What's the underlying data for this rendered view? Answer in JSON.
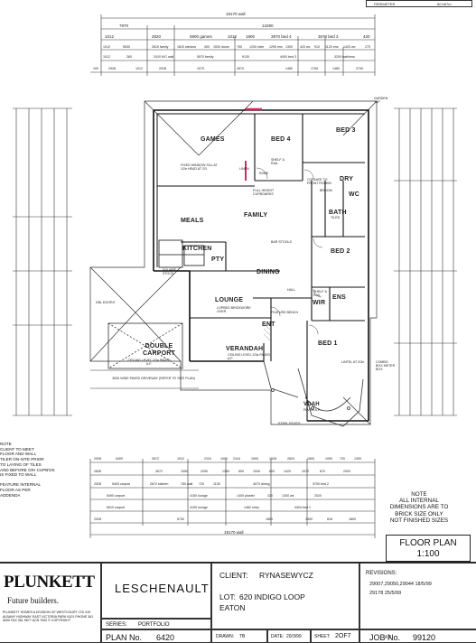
{
  "perimeter_box": {
    "label": "PERIMETER",
    "value": "60.067m"
  },
  "top_dims": {
    "overall": "19170 wall",
    "row2": [
      "7970",
      "12280"
    ],
    "row3": [
      "1012",
      "2820",
      "5900 games",
      "1012",
      "1900",
      "3970 bed 4",
      "3570 bed 3",
      "420"
    ],
    "row4": [
      "1012",
      "5530",
      "2810 family",
      "1810 window",
      "400",
      "1530 doors",
      "750",
      "1200 robe",
      "1290 ens",
      "1300",
      "420 wc",
      "910",
      "1120 ens",
      "1420 wc",
      "270"
    ],
    "row5": [
      "1012",
      "260",
      "2410 KIC wall",
      "5570 family",
      "9130",
      "4400 bed 3",
      "3200 bath/ens"
    ],
    "row6": [
      "100",
      "2928",
      "1012",
      "2928",
      "1070",
      "2670",
      "1480",
      "1795",
      "1480",
      "2740"
    ]
  },
  "rooms": {
    "games": "GAMES",
    "bed4": "BED 4",
    "bed3": "BED 3",
    "meals": "MEALS",
    "family": "FAMILY",
    "dry": "DRY",
    "wc": "WC",
    "bath": "BATH",
    "kitchen": "KITCHEN",
    "pty": "PTY",
    "bed2": "BED 2",
    "dining": "DINING",
    "lounge": "LOUNGE",
    "ens": "ENS",
    "wir": "WIR",
    "ent": "ENT",
    "verandah": "VERANDAH",
    "bed1": "BED 1",
    "double_carport": "DOUBLE CARPORT",
    "vdah": "VDAH"
  },
  "annotations": {
    "fixed_window": "FIXED WINDOW SILL AT 1/2e HEAD AT 2/3",
    "linen": "LINEN",
    "robe": "ROBE",
    "shelf_rail": "SHELF & RAIL",
    "full_height_cupboards": "FULL HEIGHT CUPBOARDS",
    "cornice": "CORNICE TO FRONT ROOMS",
    "broom": "BROOM",
    "tiled": "TILED",
    "bar_stool": "BAR STOOLS",
    "shelf_rail_2": "SHELF & RAIL",
    "carport_ceiling": "CEILING LEVEL 2/3a PAVED A.F.",
    "verandah_ceiling": "CEILING LEVEL 2/3a PAVED A.F.",
    "driveway": "3000 WIDE PAVED DRIVEWAY (REFER TO SITE PLAN)",
    "steel_posts": "STEEL POSTS",
    "vdah_paved": "PAVED A.F.",
    "garden_tap": "GARDEN TAP",
    "combo_box": "COMBO BOX METER BOX",
    "lintel": "LINTEL AT 2/3e",
    "square_stock": "SQUARE STOCK",
    "double_doors": "DBL DOORS",
    "feature_bench": "FEATURE BENCH",
    "hall": "HALL",
    "lop_bed": "LOPBED BRICKWORK OVER"
  },
  "bottom_dims": {
    "row1": [
      "2928",
      "5400",
      "2672",
      "1912",
      "2116",
      "1090",
      "2116",
      "1500",
      "1528",
      "2820",
      "1500",
      "1090",
      "720",
      "1390"
    ],
    "row2": [
      "2828",
      "2672",
      "1050",
      "2290",
      "1360",
      "600",
      "1040",
      "600",
      "1420",
      "1070",
      "870",
      "2920"
    ],
    "row3": [
      "2928",
      "5400 carport",
      "2672 kitchen",
      "750 wall",
      "720",
      "1100",
      "4070 dining",
      "3700 bed 2"
    ],
    "row4": [
      "5490 carport",
      "4150 lounge",
      "1400 planter",
      "320",
      "1300 wir",
      "2020"
    ],
    "row5": [
      "5510 carport",
      "4150 lounge",
      "1462 entry",
      "4404 bed 1"
    ],
    "row6": [
      "2928",
      "5732",
      "1850",
      "1300",
      "818",
      "1800"
    ],
    "overall": "19170 wall"
  },
  "left_notes": [
    "NOTE",
    "CLIENT TO MEET",
    "FLOOR AND WALL",
    "TILER ON-SITE PRIOR",
    "TO LAYING OF TILES",
    "AND BEFORE O/H CUPB'DS",
    "IS FIXED TO WALL",
    "",
    "FEATURE INTERNAL",
    "FLOOR AS PER",
    "ADDENDA"
  ],
  "note_box": [
    "NOTE",
    "ALL INTERNAL",
    "DIMENSIONS ARE TO",
    "BRICK SIZE ONLY",
    "NOT FINISHED SIZES"
  ],
  "floor_plan_label": [
    "FLOOR PLAN",
    "1:100"
  ],
  "title_block": {
    "company": "PLUNKETT",
    "tagline": "Future builders.",
    "company_address": "PLUNKETT HOMES A DIVISION OF WESTCOURT LTD 310 ALBANY HIGHWAY EAST VICTORIA PARK 6101 PHONE 361 5000 FAX 361 5677 ACN 7000 © COPYRIGHT",
    "design_name": "LESCHENAULT",
    "series_label": "SERIES:",
    "series_value": "PORTFOLIO",
    "plan_no_label": "PLAN No.",
    "plan_no_value": "6420",
    "client_label": "CLIENT:",
    "client_value": "RYNASEWYCZ",
    "lot_label": "LOT:",
    "lot_value": "620 INDIGO LOOP",
    "suburb": "EATON",
    "drawn_label": "DRAWN:",
    "drawn_value": "TB",
    "date_label": "DATE:",
    "date_value": "20/3/99",
    "sheet_label": "SHEET:",
    "sheet_value": "2OF7",
    "job_label": "JOB No.",
    "job_value": "99120",
    "revisions_label": "REVISIONS:",
    "revisions": [
      "29007,29050,29044 18/5/99",
      "29178 25/5/99"
    ],
    "footer_mark": "4 2"
  },
  "colors": {
    "accent_red": "#d8285a",
    "line": "#222222",
    "paper": "#ffffff"
  }
}
